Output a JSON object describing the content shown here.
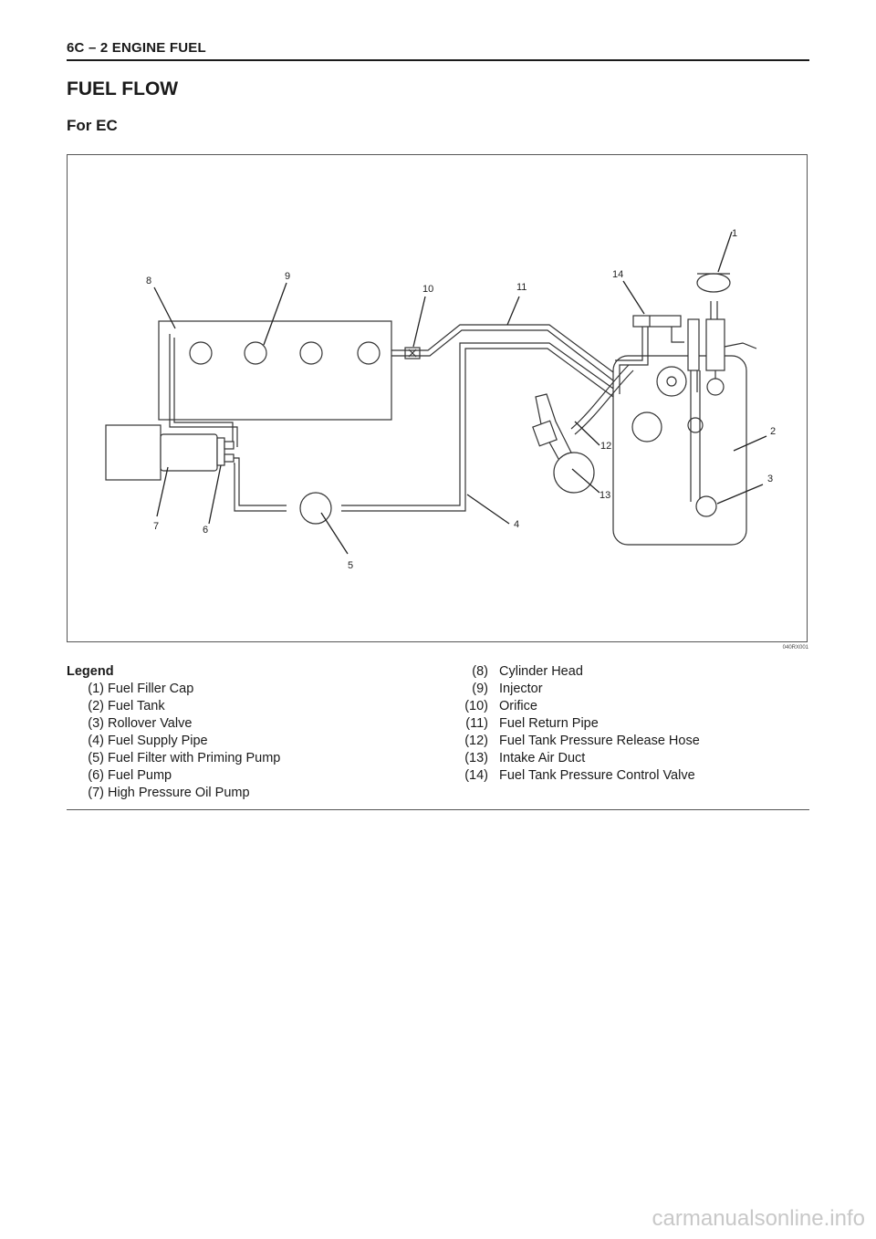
{
  "header": {
    "running_head": "6C – 2  ENGINE FUEL"
  },
  "section": {
    "title": "FUEL FLOW",
    "subtitle": "For EC"
  },
  "figure": {
    "code": "040RX001",
    "callouts": [
      "1",
      "2",
      "3",
      "4",
      "5",
      "6",
      "7",
      "8",
      "9",
      "10",
      "11",
      "12",
      "13",
      "14"
    ]
  },
  "legend": {
    "title": "Legend",
    "left": [
      {
        "num": "(1)",
        "text": "Fuel Filler Cap"
      },
      {
        "num": "(2)",
        "text": "Fuel Tank"
      },
      {
        "num": "(3)",
        "text": "Rollover Valve"
      },
      {
        "num": "(4)",
        "text": "Fuel Supply Pipe"
      },
      {
        "num": "(5)",
        "text": "Fuel Filter with Priming Pump"
      },
      {
        "num": "(6)",
        "text": "Fuel Pump"
      },
      {
        "num": "(7)",
        "text": "High Pressure Oil Pump"
      }
    ],
    "right": [
      {
        "num": "(8)",
        "text": "Cylinder Head"
      },
      {
        "num": "(9)",
        "text": "Injector"
      },
      {
        "num": "(10)",
        "text": "Orifice"
      },
      {
        "num": "(11)",
        "text": "Fuel Return Pipe"
      },
      {
        "num": "(12)",
        "text": "Fuel Tank Pressure Release Hose"
      },
      {
        "num": "(13)",
        "text": "Intake Air Duct"
      },
      {
        "num": "(14)",
        "text": "Fuel Tank Pressure Control Valve"
      }
    ]
  },
  "watermark": "carmanualsonline.info"
}
